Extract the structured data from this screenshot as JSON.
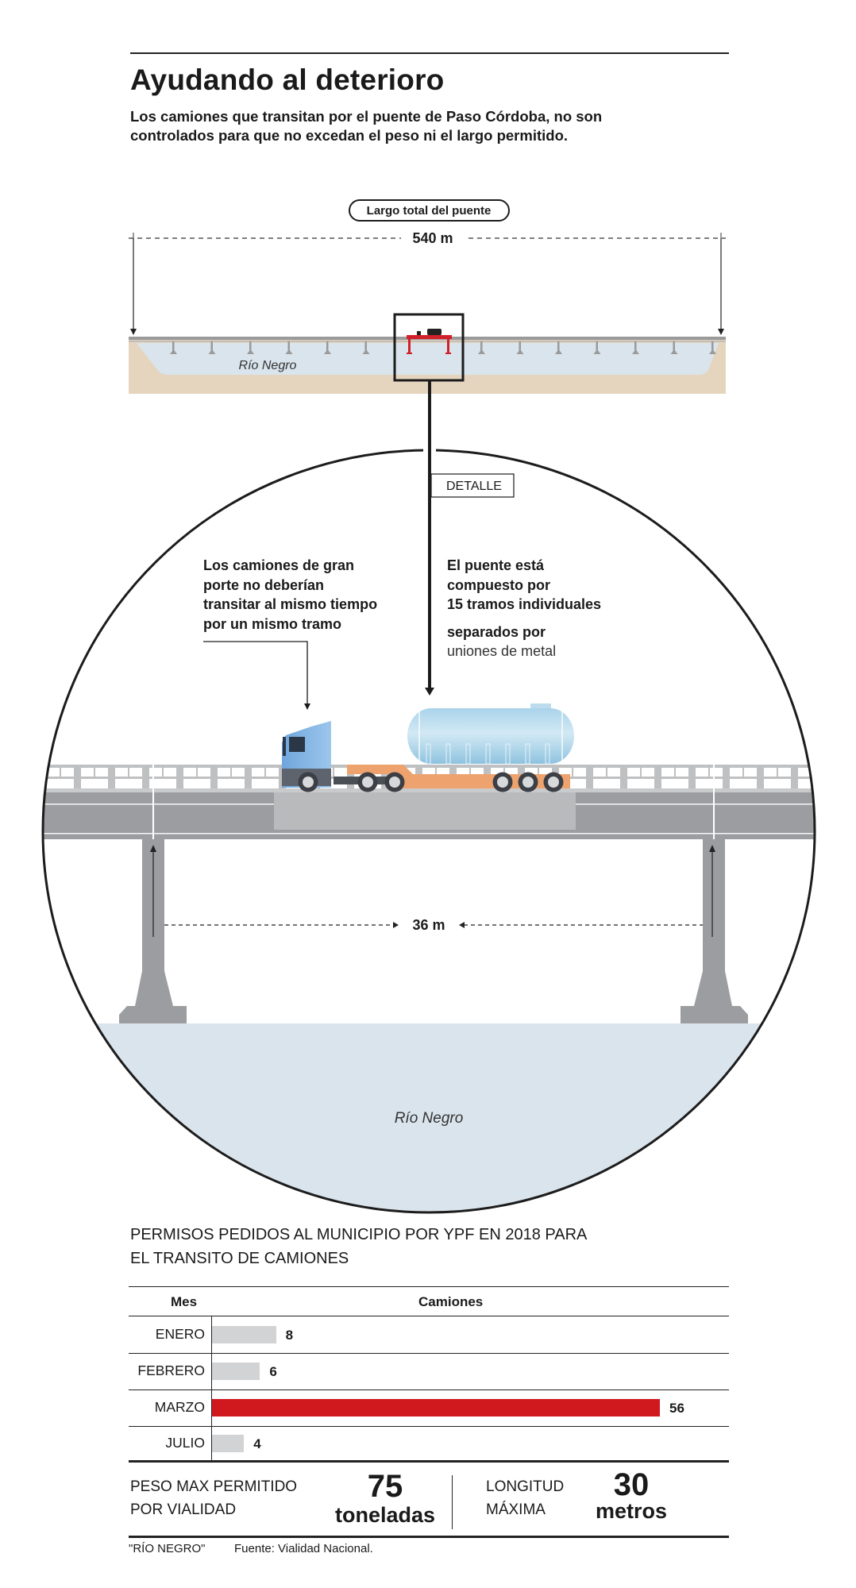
{
  "header": {
    "title": "Ayudando al deterioro",
    "subtitle_lines": [
      "Los camiones que transitan por el puente de Paso Córdoba, no son",
      "controlados para que no excedan el peso ni el largo permitido."
    ]
  },
  "overview": {
    "pill_label": "Largo total del puente",
    "total_length": "540 m",
    "river_label": "Río Negro",
    "highlight_color": "#d0202a"
  },
  "detail": {
    "tag": "DETALLE",
    "left_callout": [
      "Los camiones de gran",
      "porte no deberían",
      "transitar al mismo tiempo",
      "por un mismo tramo"
    ],
    "right_callout": {
      "bold_lines": [
        "El puente está",
        "compuesto por",
        "15 tramos individuales"
      ],
      "bold_line_2": "separados por",
      "light_line": "uniones de metal"
    },
    "span_length": "36 m",
    "river_label": "Río Negro"
  },
  "chart_data": {
    "type": "bar",
    "orientation": "horizontal",
    "title": "PERMISOS PEDIDOS AL MUNICIPIO POR YPF EN 2018 PARA EL TRANSITO DE CAMIONES",
    "title_lines": [
      "PERMISOS PEDIDOS AL MUNICIPIO POR YPF EN 2018 PARA",
      "EL TRANSITO DE CAMIONES"
    ],
    "xlabel": "Camiones",
    "ylabel": "Mes",
    "categories": [
      "ENERO",
      "FEBRERO",
      "MARZO",
      "JULIO"
    ],
    "values": [
      8,
      6,
      56,
      4
    ],
    "highlight": "MARZO",
    "colors": {
      "default": "#d2d3d4",
      "highlight": "#d0181f"
    },
    "xlim": [
      0,
      56
    ],
    "grid": false
  },
  "stats": [
    {
      "label_lines": [
        "PESO MAX PERMITIDO",
        "POR VIALIDAD"
      ],
      "value": "75",
      "unit": "toneladas"
    },
    {
      "label_lines": [
        "LONGITUD",
        "MÁXIMA"
      ],
      "value": "30",
      "unit": "metros"
    }
  ],
  "footer": {
    "credit": "\"RÍO NEGRO\"",
    "source": "Fuente: Vialidad Nacional."
  }
}
